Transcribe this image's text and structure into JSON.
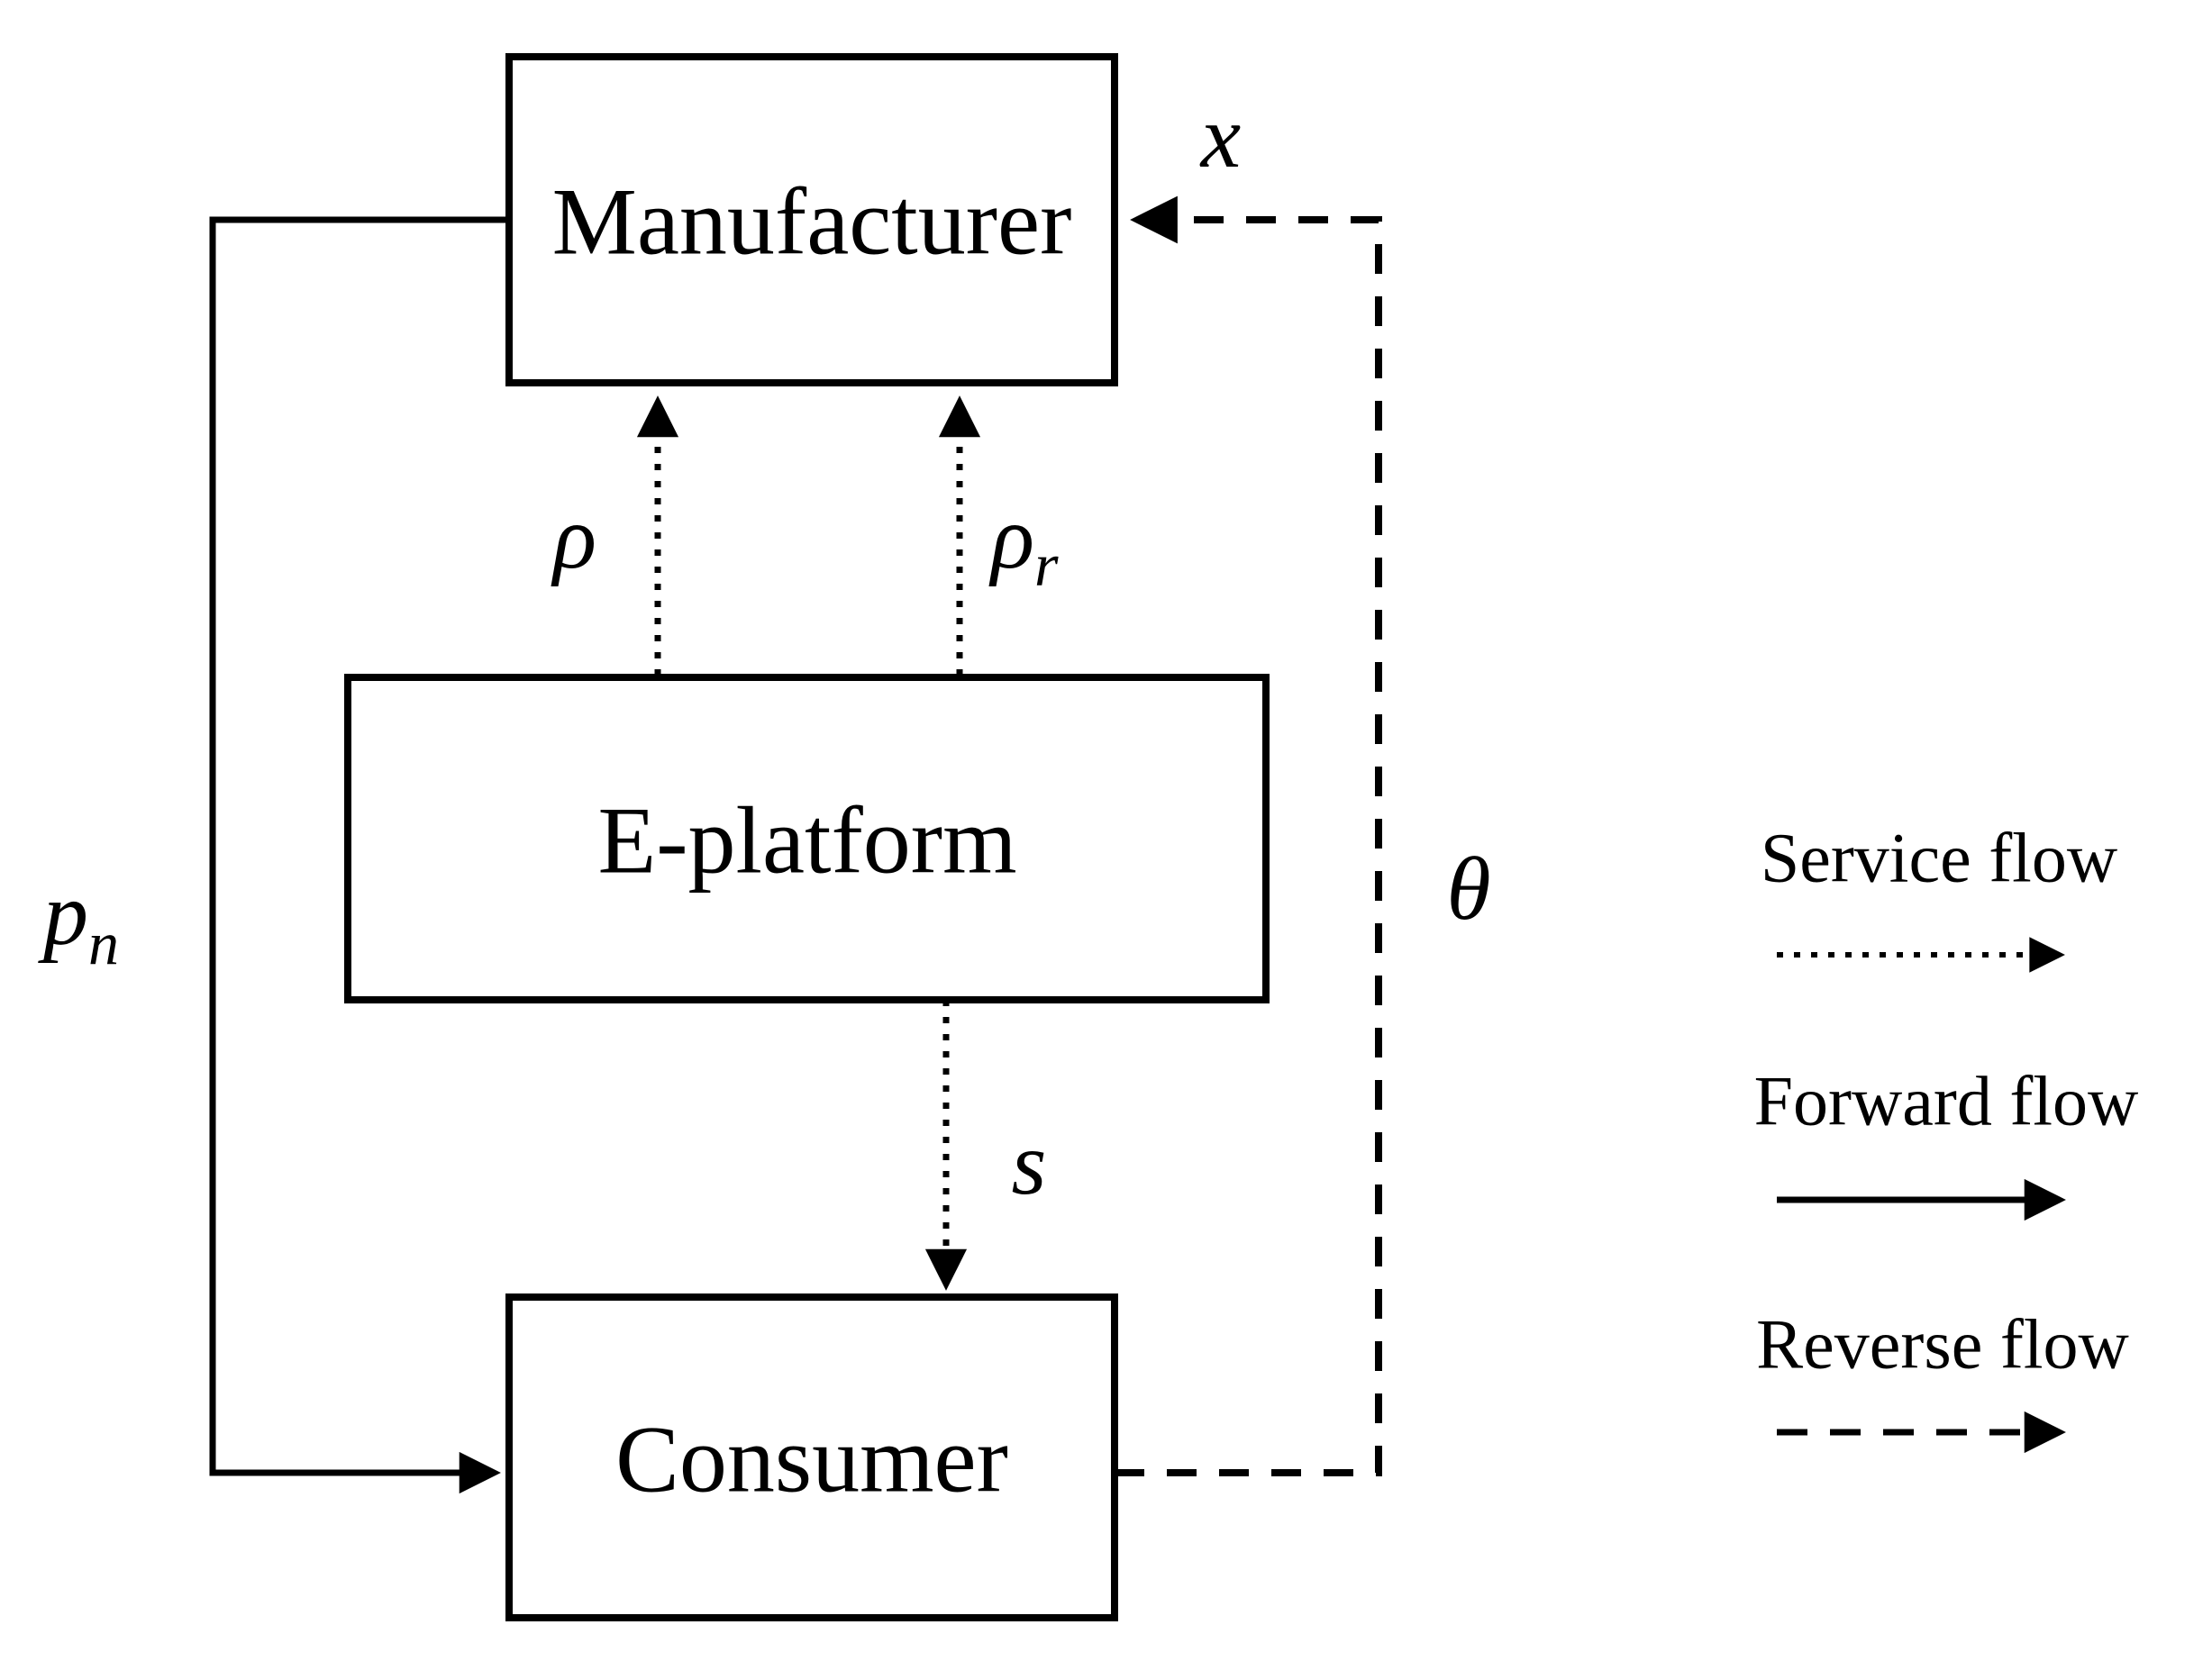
{
  "nodes": {
    "manufacturer": "Manufacturer",
    "eplatform": "E-platform",
    "consumer": "Consumer"
  },
  "edge_labels": {
    "x": "x",
    "rho": "ρ",
    "rho_r_base": "ρ",
    "rho_r_sub": "r",
    "p_base": "p",
    "p_sub": "n",
    "theta": "θ",
    "s": "s"
  },
  "legend": {
    "service": "Service flow",
    "forward": "Forward flow",
    "reverse": "Reverse flow"
  },
  "colors": {
    "ink": "#000000",
    "background": "#ffffff"
  }
}
